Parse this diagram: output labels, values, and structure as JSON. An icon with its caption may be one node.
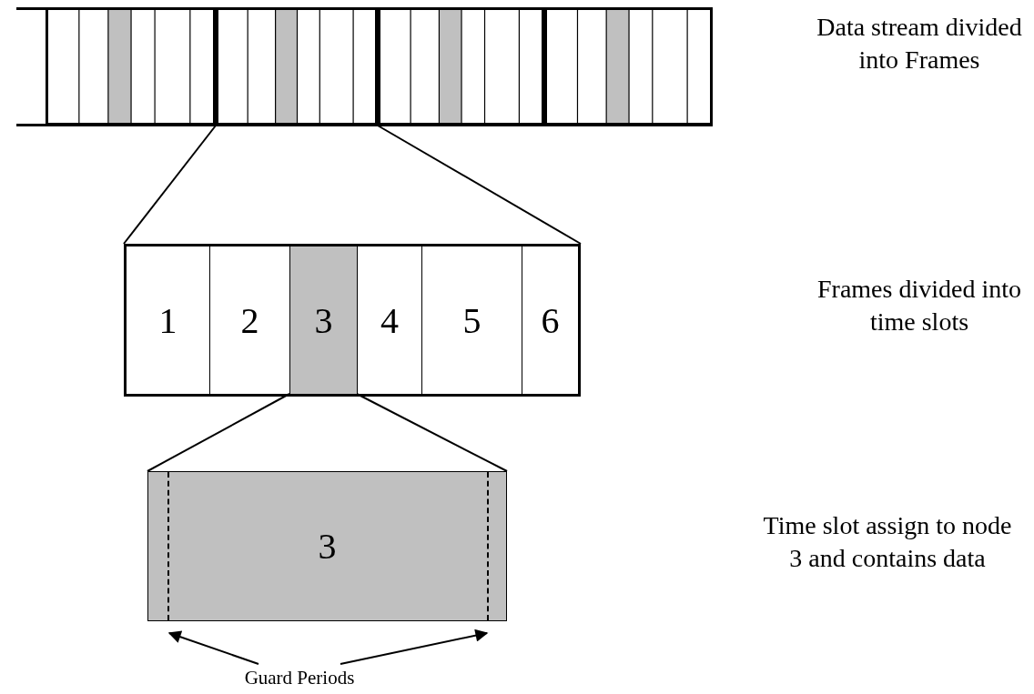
{
  "diagram": {
    "nodes": [
      {
        "text": [],
        "shape": "box"
      },
      {
        "text": [],
        "shape": "box"
      },
      {
        "text": [],
        "shape": "box"
      },
      {
        "text": [],
        "shape": "box"
      },
      {
        "text": [],
        "shape": "box"
      },
      {
        "text": [
          "1"
        ],
        "in": 4
      },
      {
        "text": [
          "2"
        ],
        "in": 4
      },
      {
        "text": [
          "3"
        ],
        "in": 4
      },
      {
        "text": [
          "4"
        ],
        "in": 4
      },
      {
        "text": [
          "5"
        ],
        "in": 4
      },
      {
        "text": [
          "6"
        ],
        "in": 4
      },
      {
        "text": [
          "3"
        ]
      },
      {
        "text": [],
        "shape": "box",
        "in": 11
      },
      {
        "text": [],
        "shape": "box",
        "in": 11
      },
      {
        "text": [
          "Guard Periods"
        ]
      }
    ],
    "edges": [
      {
        "from": 1,
        "to": 4,
        "arrow": "none"
      },
      {
        "from": 1,
        "to": 4,
        "arrow": "none"
      },
      {
        "from": 7,
        "to": 11,
        "arrow": "none"
      },
      {
        "from": 7,
        "to": 11,
        "arrow": "none"
      },
      {
        "from": 14,
        "to": 12,
        "arrow": "to"
      },
      {
        "from": 14,
        "to": 13,
        "arrow": "to"
      }
    ],
    "labels": [
      "Data stream divided into Frames",
      "Frames divided into time slots",
      "Time slot assign to node 3 and contains data"
    ]
  }
}
